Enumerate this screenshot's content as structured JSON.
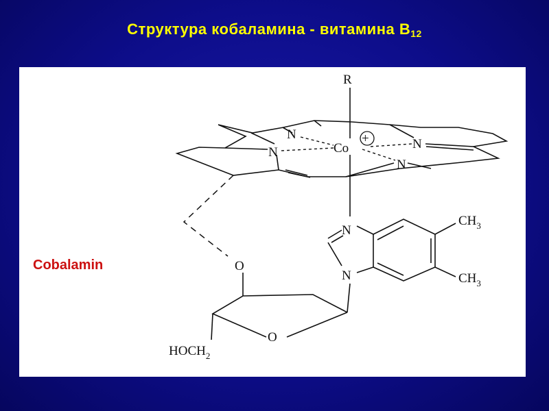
{
  "title": {
    "text": "Структура кобаламина  - витамина B",
    "subscript": "12"
  },
  "label": "Cobalamin",
  "structure": {
    "atoms": {
      "r": "R",
      "cobalt": "Co",
      "charge": "+",
      "n_top": "N",
      "n_left": "N",
      "n_right": "N",
      "n_lower": "N",
      "n_imidazole_top": "N",
      "n_imidazole_bottom": "N",
      "ch3_top": "CH",
      "ch3_top_sub": "3",
      "ch3_bottom": "CH",
      "ch3_bottom_sub": "3",
      "o_phosphate": "O",
      "o_ring": "O",
      "hoch2": "HOCH",
      "hoch2_sub": "2"
    }
  }
}
